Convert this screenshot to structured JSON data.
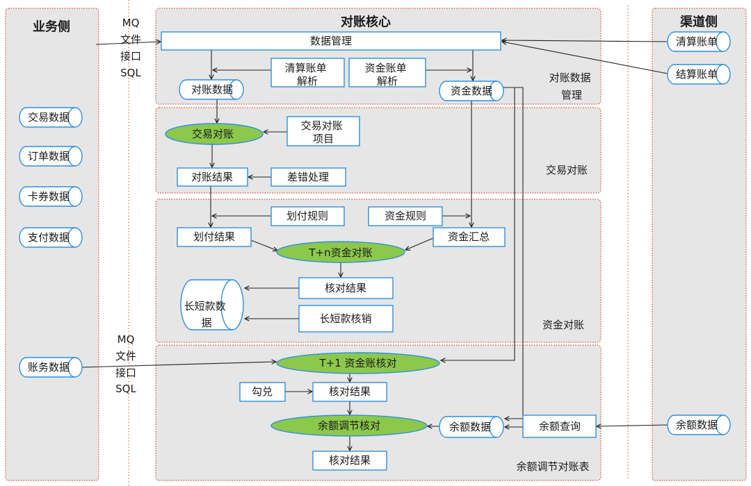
{
  "colors": {
    "panel_bg": "#e6e6e6",
    "panel_border": "#d94a2b",
    "node_stroke": "#2f8fdf",
    "node_fill": "#ffffff",
    "process_fill": "#8cc84b",
    "arrow": "#222222",
    "text": "#1a1a1a"
  },
  "business_side": {
    "title": "业务侧",
    "sources": {
      "trade": "交易数据",
      "order": "订单数据",
      "coupon": "卡券数据",
      "payment": "支付数据",
      "accounting": "账务数据"
    }
  },
  "channel_side": {
    "title": "渠道侧",
    "sources": {
      "clearing_bill": "清算账单",
      "settlement_bill": "结算账单",
      "balance_data": "余额数据"
    }
  },
  "interfaces": {
    "upper": [
      "MQ",
      "文件",
      "接口",
      "SQL"
    ],
    "lower": [
      "MQ",
      "文件",
      "接口",
      "SQL"
    ]
  },
  "core": {
    "title": "对账核心",
    "data_section": {
      "label": [
        "对账数据",
        "管理"
      ],
      "data_management": "数据管理",
      "clearing_bill_parse": [
        "清算账单",
        "解析"
      ],
      "fund_bill_parse": [
        "资金账单",
        "解析"
      ],
      "recon_data": "对账数据",
      "fund_data": "资金数据"
    },
    "trade_section": {
      "label": "交易对账",
      "process": "交易对账",
      "items": [
        "交易对账",
        "项目"
      ],
      "result": "对账结果",
      "error_handling": "差错处理"
    },
    "fund_section": {
      "label": "资金对账",
      "transfer_rules": "划付规则",
      "fund_rules": "资金规则",
      "transfer_result": "划付结果",
      "fund_summary": "资金汇总",
      "process": "T+n资金对账",
      "check_result": "核对结果",
      "long_short_writeoff": "长短款核销",
      "long_short_data": [
        "长短款数",
        "据"
      ]
    },
    "balance_section": {
      "label": "余额调节对账表",
      "t1_process": "T+1 资金账核对",
      "matching": "勾兑",
      "check_result_1": "核对结果",
      "process": "余额调节核对",
      "balance_data": "余额数据",
      "balance_query": "余额查询",
      "check_result_2": "核对结果"
    }
  }
}
